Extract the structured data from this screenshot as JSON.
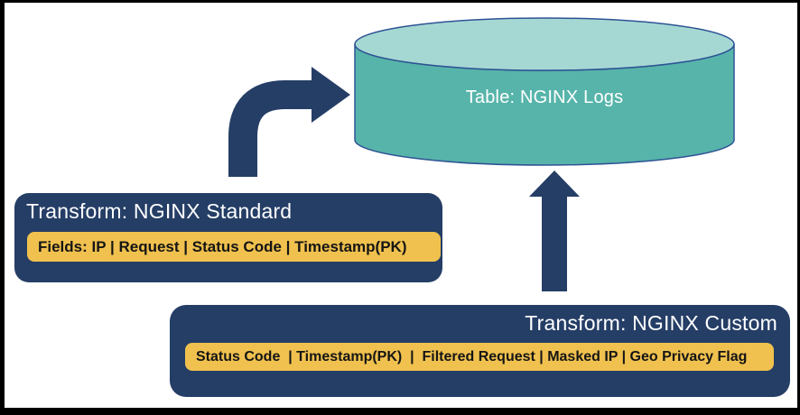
{
  "diagram": {
    "table": {
      "label": "Table: NGINX Logs",
      "shape": "cylinder"
    },
    "transform_standard": {
      "title": "Transform: NGINX Standard",
      "fields": "Fields: IP | Request | Status Code | Timestamp(PK)"
    },
    "transform_custom": {
      "title": "Transform: NGINX Custom",
      "fields": "Status Code  | Timestamp(PK)  |  Filtered Request | Masked IP | Geo Privacy Flag"
    },
    "arrows": [
      {
        "name": "curved-arrow",
        "from": "transform_standard",
        "to": "table",
        "direction": "up-then-right"
      },
      {
        "name": "up-arrow",
        "from": "transform_custom",
        "to": "table",
        "direction": "up"
      }
    ],
    "colors": {
      "navy": "#253E66",
      "yellow": "#F0C14E",
      "cylinder_body": "#57B4AA",
      "cylinder_top": "#A6D8D3",
      "cylinder_outline": "#2E5395",
      "frame": "#000000"
    }
  }
}
